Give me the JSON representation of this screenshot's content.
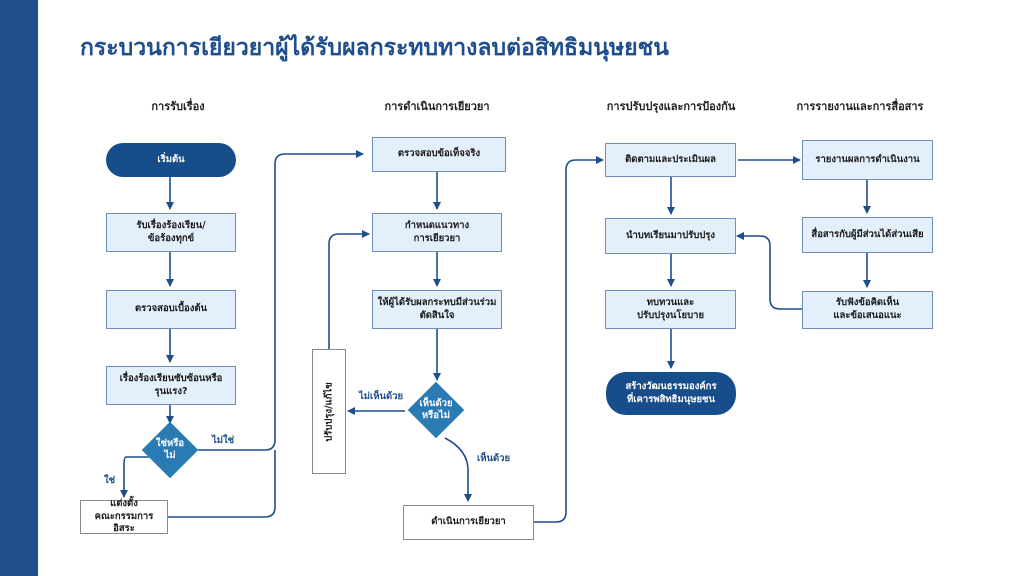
{
  "title": "กระบวนการเยียวยาผู้ได้รับผลกระทบทางลบต่อสิทธิมนุษยชน",
  "columns": {
    "c1": "การรับเรื่อง",
    "c2": "การดำเนินการเยียวยา",
    "c3": "การปรับปรุงและการป้องกัน",
    "c4": "การรายงานและการสื่อสาร"
  },
  "nodes": {
    "start": "เริ่มต้น",
    "receive": "รับเรื่องร้องเรียน/\nข้อร้องทุกข์",
    "prelim": "ตรวจสอบเบื้องต้น",
    "complex": "เรื่องร้องเรียนซับซ้อนหรือ\nรุนแรง?",
    "decision1": "ใช่หรือ\nไม่",
    "committee": "แต่งตั้ง\nคณะกรรมการอิสระ",
    "verify": "ตรวจสอบข้อเท็จจริง",
    "guideline": "กำหนดแนวทาง\nการเยียวยา",
    "participate": "ให้ผู้ได้รับผลกระทบมีส่วนร่วม\nตัดสินใจ",
    "decision2": "เห็นด้วย\nหรือไม่",
    "revise": "ปรับปรุง/แก้ไข",
    "implement": "ดำเนินการเยียวยา",
    "monitor": "ติดตามและประเมินผล",
    "lessons": "นำบทเรียนมาปรับปรุง",
    "policy": "ทบทวนและ\nปรับปรุงนโยบาย",
    "culture": "สร้างวัฒนธรรมองค์กร\nที่เคารพสิทธิมนุษยชน",
    "report": "รายงานผลการดำเนินงาน",
    "communicate": "สื่อสารกับผู้มีส่วนได้ส่วนเสีย",
    "feedback": "รับฟังข้อคิดเห็น\nและข้อเสนอแนะ"
  },
  "edge_labels": {
    "no1": "ไม่ใช่",
    "yes1": "ใช่",
    "disagree": "ไม่เห็นด้วย",
    "agree": "เห็นด้วย"
  },
  "colors": {
    "brand": "#1f4e8c",
    "box_fill": "#e4effc",
    "pill_fill": "#174d8a",
    "diamond_fill": "#2a7ab4"
  }
}
